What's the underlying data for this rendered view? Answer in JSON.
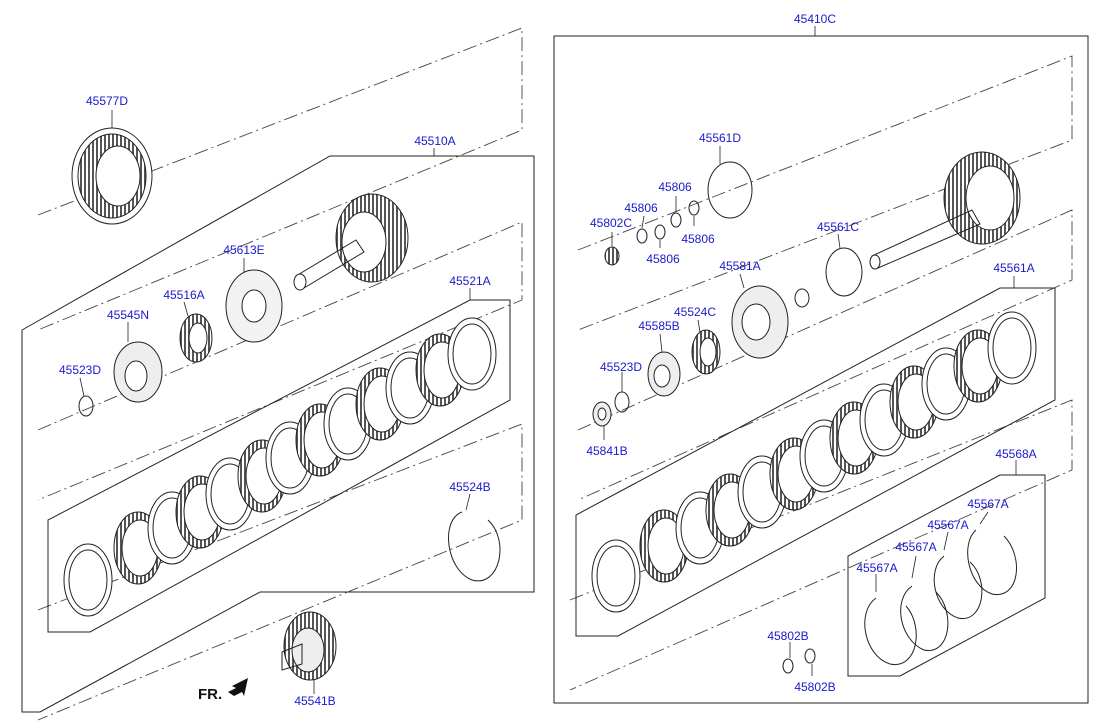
{
  "labels": {
    "p45410C": "45410C",
    "p45577D": "45577D",
    "p45510A": "45510A",
    "p45613E": "45613E",
    "p45516A": "45516A",
    "p45545N": "45545N",
    "p45521A": "45521A",
    "p45523D_left": "45523D",
    "p45524B": "45524B",
    "p45541B": "45541B",
    "p45561D": "45561D",
    "p45806_a": "45806",
    "p45806_b": "45806",
    "p45806_c": "45806",
    "p45806_d": "45806",
    "p45802C": "45802C",
    "p45561C": "45561C",
    "p45581A": "45581A",
    "p45561A": "45561A",
    "p45524C": "45524C",
    "p45585B": "45585B",
    "p45523D_right": "45523D",
    "p45841B": "45841B",
    "p45568A": "45568A",
    "p45567A_1": "45567A",
    "p45567A_2": "45567A",
    "p45567A_3": "45567A",
    "p45567A_4": "45567A",
    "p45802B_top": "45802B",
    "p45802B_bottom": "45802B"
  },
  "front_indicator": "FR.",
  "colors": {
    "label": "#1a1acc",
    "line": "#222222",
    "background": "#ffffff"
  }
}
